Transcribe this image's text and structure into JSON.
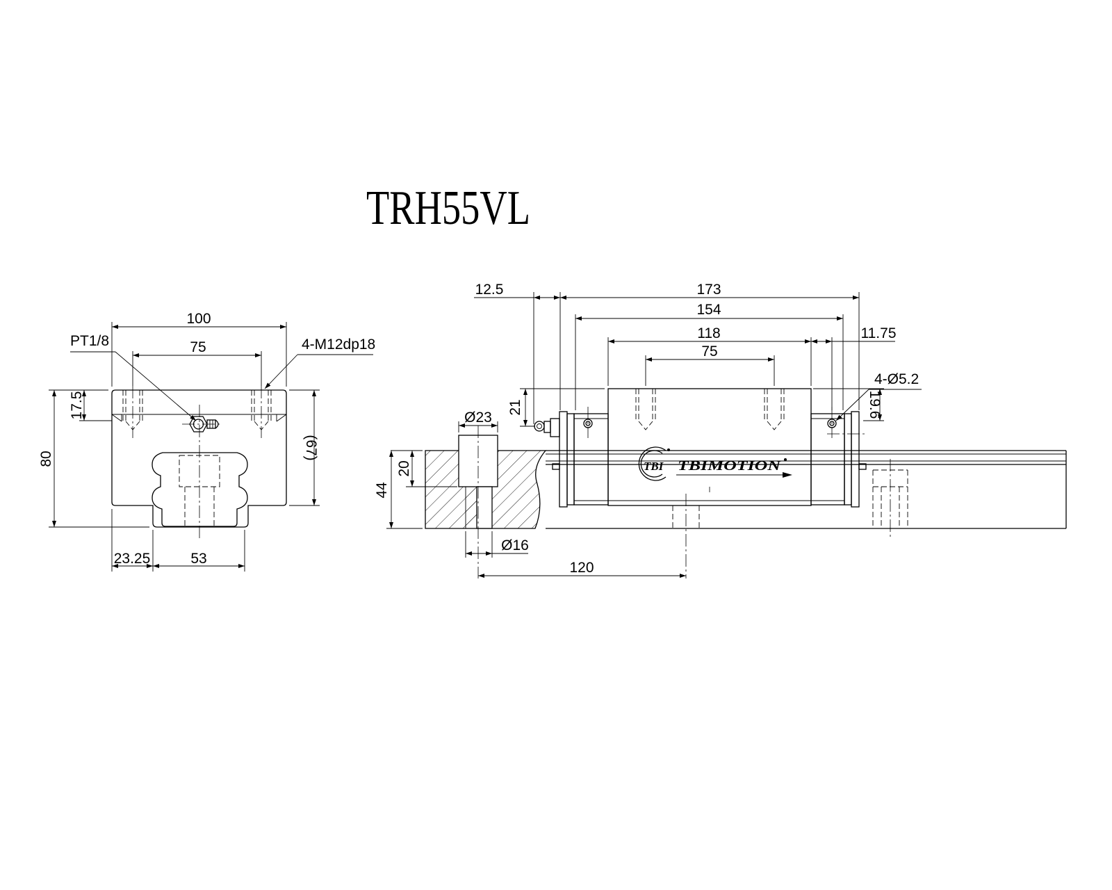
{
  "title": "TRH55VL",
  "front_view": {
    "width_label": "100",
    "hole_pitch_label": "75",
    "grease_label": "PT1/8",
    "thread_label": "4-M12dp18",
    "height_label": "80",
    "top_dim_label": "17.5",
    "inner_height_label": "(67)",
    "offset_label": "23.25",
    "rail_width_label": "53"
  },
  "side_view": {
    "nipple_label": "12.5",
    "length_label": "173",
    "body_length_label": "154",
    "steel_length_label": "118",
    "hole_pitch_label": "75",
    "end_label": "11.75",
    "hole_label": "4-Ø5.2",
    "seal_height_label": "19.6",
    "nipple_height_label": "21",
    "cbore_label": "Ø23",
    "depth_label": "20",
    "rail_height_label": "44",
    "bolt_label": "Ø16",
    "rail_pitch_label": "120",
    "logo_mark": "TBI",
    "logo_text": "TBIMOTION"
  }
}
